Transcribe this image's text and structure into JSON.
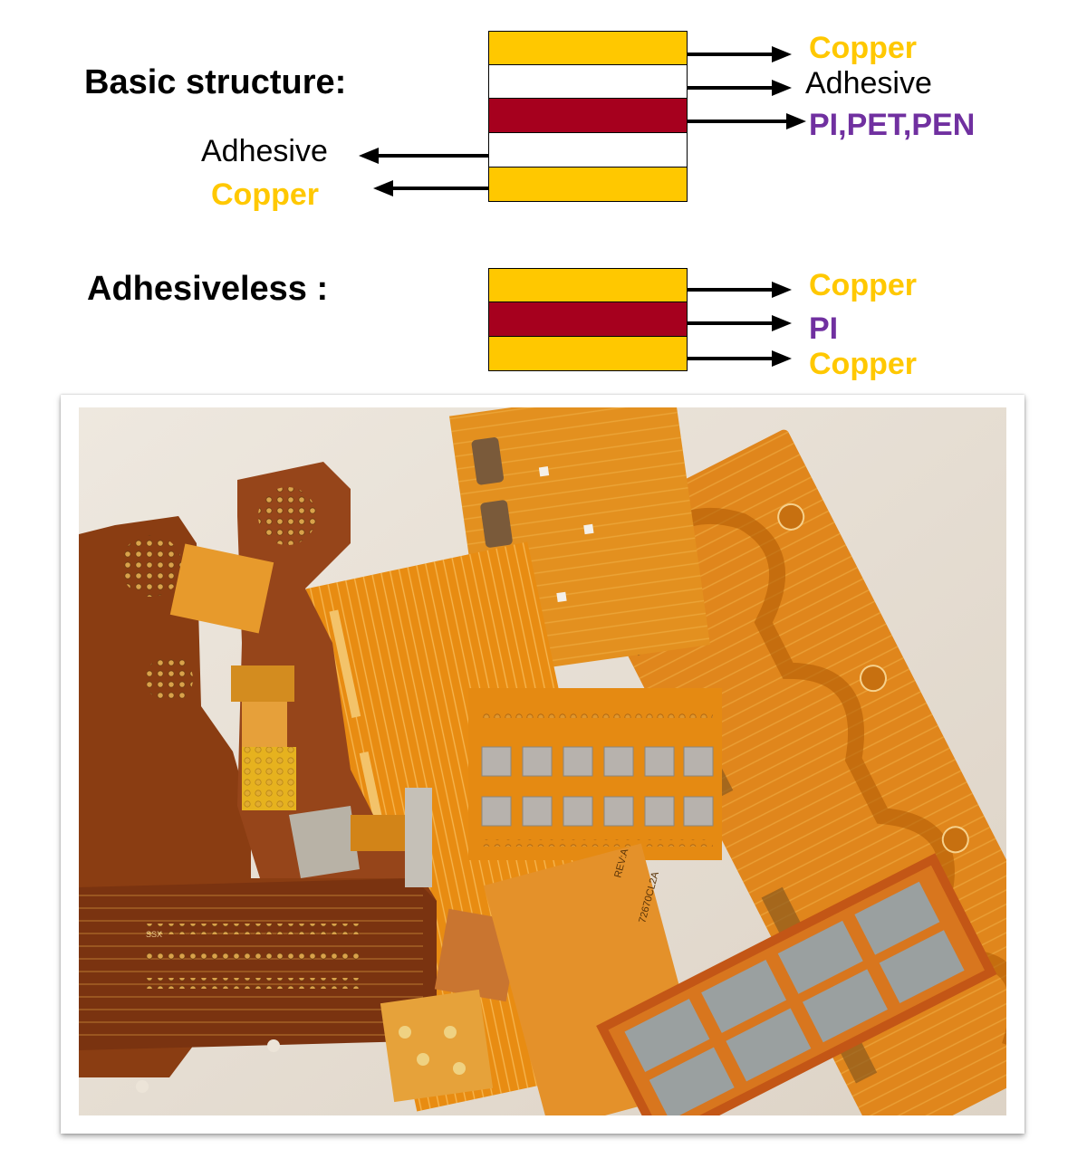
{
  "colors": {
    "copper": "#ffc800",
    "pi": "#a6001e",
    "adhesive": "#ffffff",
    "arrow": "#000000",
    "purple_label": "#7030a0",
    "black_label": "#000000"
  },
  "basic": {
    "title": "Basic structure:",
    "labels": {
      "copper_top": "Copper",
      "adhesive_top": "Adhesive",
      "substrate": "PI,PET,PEN",
      "adhesive_bottom": "Adhesive",
      "copper_bottom": "Copper"
    }
  },
  "adhesiveless": {
    "title": "Adhesiveless :",
    "labels": {
      "copper_top": "Copper",
      "substrate": "PI",
      "copper_bottom": "Copper"
    }
  },
  "photo": {
    "icon": "flexible-pcb-photo",
    "silk_text_1": "REV:A",
    "silk_text_2": "72670CL2A",
    "silk_text_3": "SSX"
  }
}
